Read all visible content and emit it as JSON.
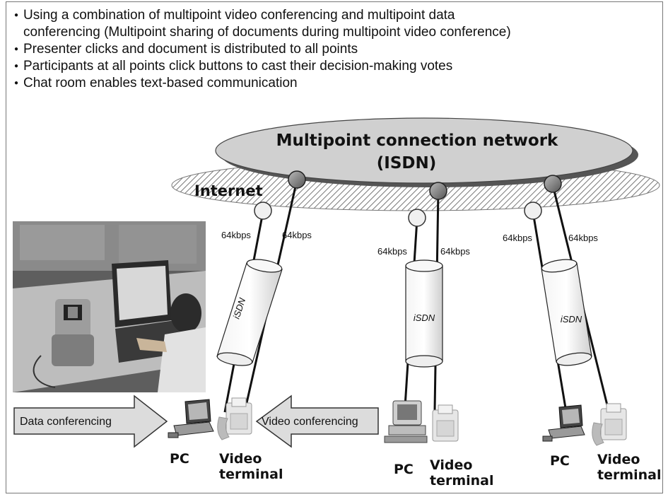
{
  "bullets": [
    "Using a combination of multipoint video conferencing and multipoint data",
    "conferencing (Multipoint sharing of documents during multipoint video conference)",
    "Presenter clicks and document is distributed to all points",
    "Participants at all points click buttons to cast their decision-making votes",
    "Chat room enables text-based communication"
  ],
  "network": {
    "title_line1": "Multipoint connection network",
    "title_line2": "(ISDN)",
    "internet": "Internet"
  },
  "links": {
    "speed": "64kbps",
    "cable_text": "iSDN"
  },
  "terminals": {
    "pc": "PC",
    "video_line1": "Video",
    "video_line2": "terminal"
  },
  "arrows": {
    "data": "Data conferencing",
    "video": "Video conferencing"
  }
}
